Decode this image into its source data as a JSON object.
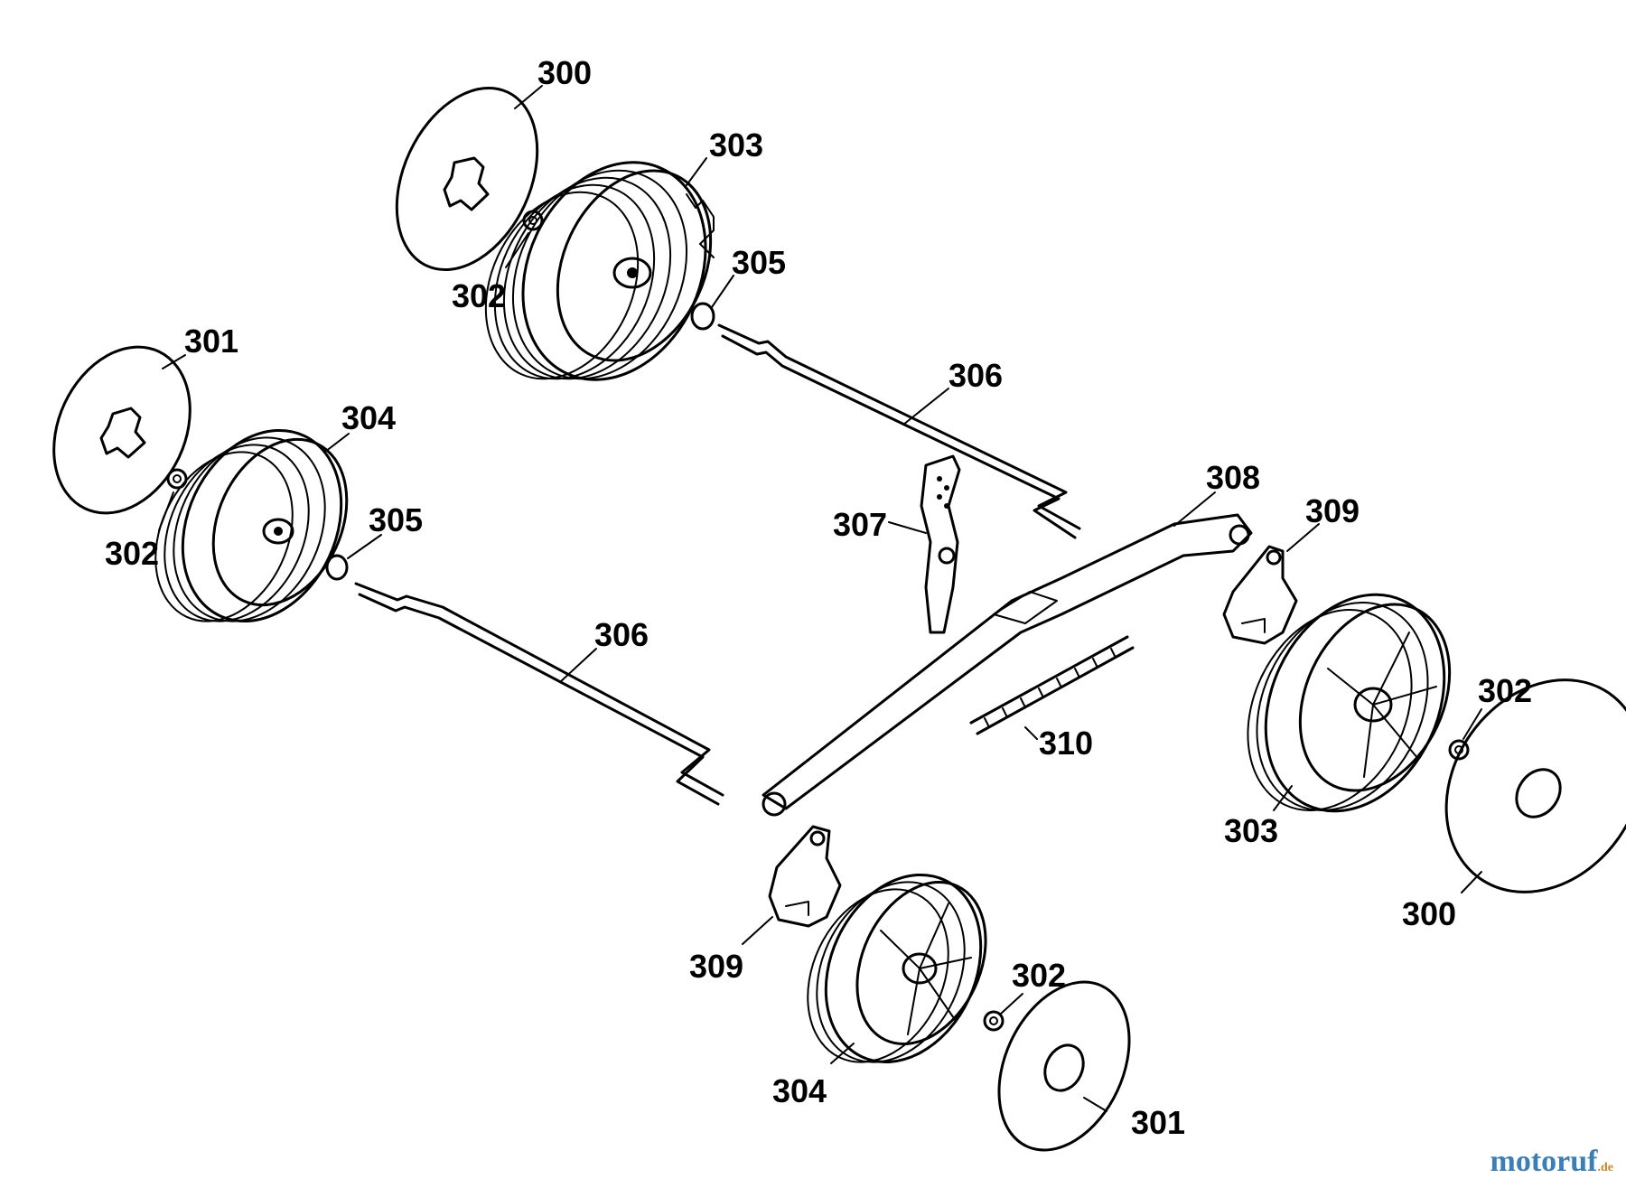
{
  "labels": {
    "wheel_cover_large_top": "300",
    "wheel_rear_top": "303",
    "washer_top_left": "302",
    "spacer_top": "305",
    "axle_top": "306",
    "wheel_cover_small_left": "301",
    "wheel_front_left": "304",
    "washer_mid_left": "302",
    "spacer_mid": "305",
    "axle_mid": "306",
    "lever": "307",
    "height_adjust_bar": "308",
    "bracket_right": "309",
    "spring": "310",
    "washer_right": "302",
    "wheel_rear_right": "303",
    "wheel_cover_large_right": "300",
    "bracket_bottom": "309",
    "washer_bottom": "302",
    "wheel_front_bottom": "304",
    "wheel_cover_small_bottom": "301"
  },
  "watermark": {
    "text": "motoruf",
    "suffix": ".de",
    "color": "#3a7fb8",
    "suffix_color": "#c8872a"
  }
}
